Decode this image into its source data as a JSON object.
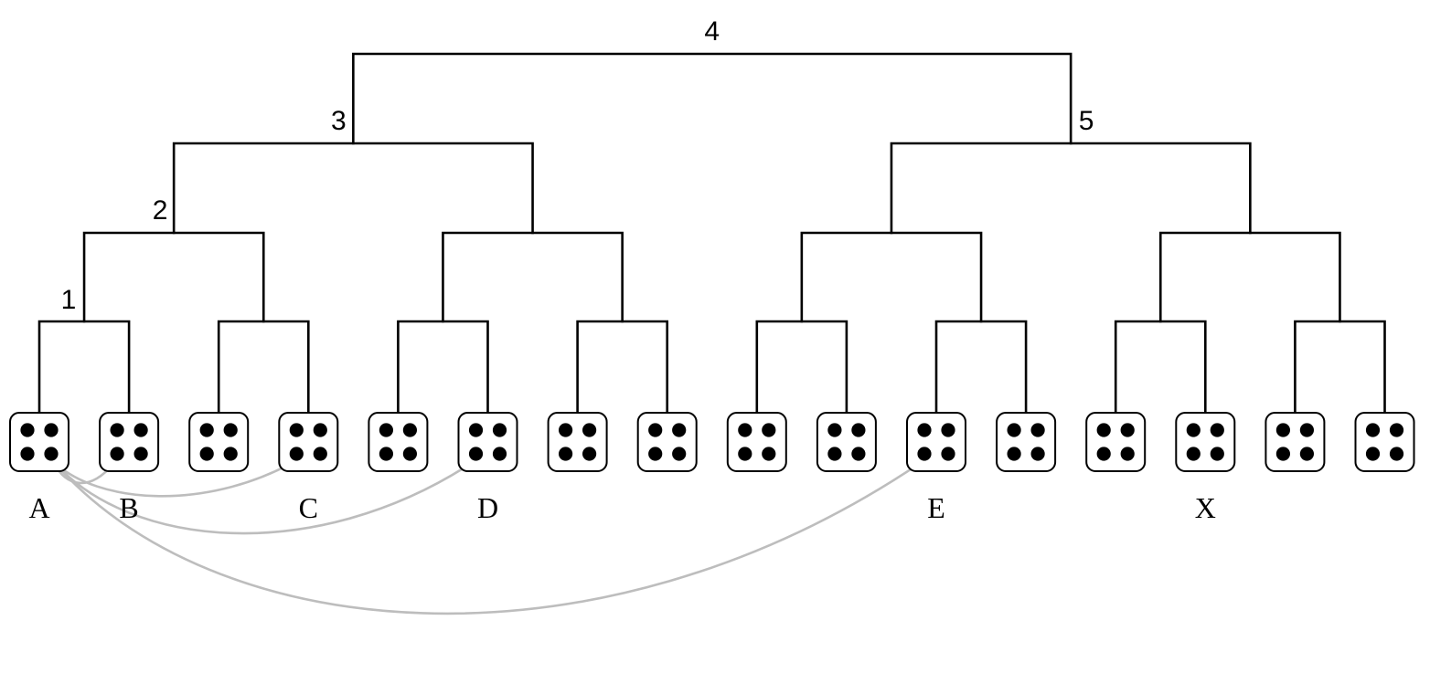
{
  "diagram": {
    "type": "binary-tree",
    "leaf_count": 16,
    "leaf_icon": "dice-four-icon",
    "level_labels": [
      {
        "level": 1,
        "text": "1"
      },
      {
        "level": 2,
        "text": "2"
      },
      {
        "level": 3,
        "text": "3"
      },
      {
        "level": 4,
        "text": "4"
      },
      {
        "level": 5,
        "text": "5"
      }
    ],
    "leaf_labels": [
      {
        "leaf": 0,
        "text": "A"
      },
      {
        "leaf": 1,
        "text": "B"
      },
      {
        "leaf": 3,
        "text": "C"
      },
      {
        "leaf": 5,
        "text": "D"
      },
      {
        "leaf": 10,
        "text": "E"
      },
      {
        "leaf": 13,
        "text": "X"
      }
    ],
    "connections": [
      {
        "from": 0,
        "to": 1
      },
      {
        "from": 0,
        "to": 3
      },
      {
        "from": 0,
        "to": 5
      },
      {
        "from": 0,
        "to": 10
      }
    ],
    "colors": {
      "tree": "#000000",
      "connection": "#bdbdbd"
    }
  }
}
